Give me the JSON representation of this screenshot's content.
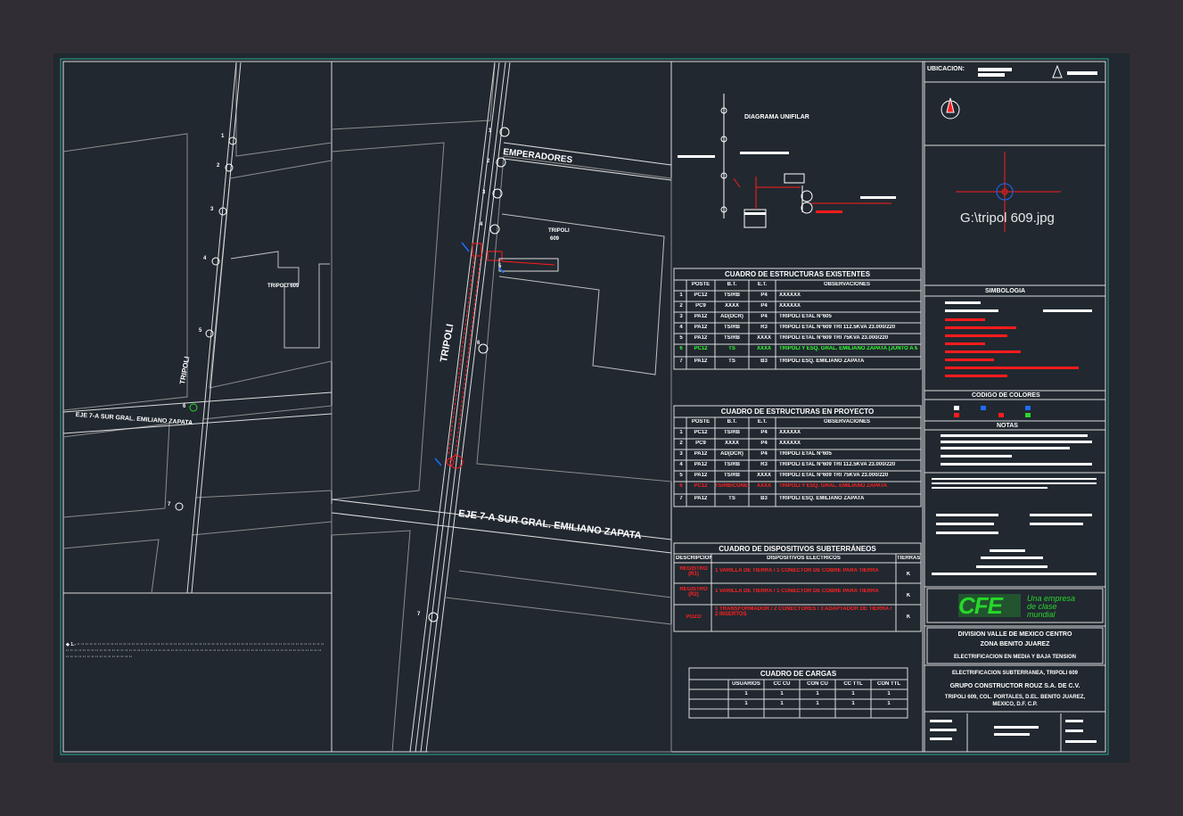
{
  "map_left": {
    "street_vertical": "TRIPOLI",
    "street_horizontal": "EJE 7-A SUR GRAL. EMILIANO ZAPATA",
    "building_label": "TRIPOLI 609",
    "pole_numbers": [
      "1",
      "2",
      "3",
      "4",
      "5",
      "6",
      "7"
    ]
  },
  "map_center": {
    "street_vertical": "TRIPOLI",
    "street_top": "EMPERADORES",
    "street_horizontal": "EJE 7-A SUR GRAL. EMILIANO ZAPATA",
    "building_label_1": "TRIPOLI",
    "building_label_2": "609",
    "pole_numbers": [
      "1",
      "2",
      "3",
      "4",
      "5",
      "6",
      "7"
    ]
  },
  "diagram_title": "DIAGRAMA UNIFILAR",
  "existing_structures": {
    "title": "CUADRO DE ESTRUCTURAS EXISTENTES",
    "headers": [
      "POSTE",
      "B.T.",
      "E.T.",
      "OBSERVACIONES"
    ],
    "rows": [
      [
        "1",
        "PC12",
        "TS/RB",
        "P4",
        "XXXXXX"
      ],
      [
        "2",
        "PC9",
        "XXXX",
        "P4",
        "XXXXXX"
      ],
      [
        "3",
        "PA12",
        "AD(DCR)",
        "P4",
        "TRIPOLI ETAL N°605"
      ],
      [
        "4",
        "PA12",
        "TS/RB",
        "R3",
        "TRIPOLI ETAL N°609 TRI 112.5KVA 23.000/220"
      ],
      [
        "5",
        "PA12",
        "TS/RB",
        "XXXX",
        "TRIPOLI ETAL N°609 TRI 75KVA 23.000/220"
      ],
      [
        "6",
        "PC12",
        "TS",
        "XXXX",
        "TRIPOLI Y ESQ. GRAL. EMILIANO ZAPATA (JUNTO A MADERERIA)"
      ],
      [
        "7",
        "PA12",
        "TS",
        "B3",
        "TRIPOLI ESQ. EMILIANO ZAPATA"
      ]
    ]
  },
  "project_structures": {
    "title": "CUADRO DE ESTRUCTURAS EN PROYECTO",
    "headers": [
      "POSTE",
      "B.T.",
      "E.T.",
      "OBSERVACIONES"
    ],
    "rows": [
      [
        "1",
        "PC12",
        "TS/RB",
        "P4",
        "XXXXXX"
      ],
      [
        "2",
        "PC9",
        "XXXX",
        "P4",
        "XXXXXX"
      ],
      [
        "3",
        "PA12",
        "AD(DCR)",
        "P4",
        "TRIPOLI ETAL N°605"
      ],
      [
        "4",
        "PA12",
        "TS/RB",
        "R3",
        "TRIPOLI ETAL N°609 TRI 112.5KVA 23.000/220"
      ],
      [
        "5",
        "PA12",
        "TS/RB",
        "XXXX",
        "TRIPOLI ETAL N°609 TRI 75KVA 23.000/220"
      ],
      [
        "6",
        "PC12",
        "TS/RB/CONEX",
        "XXXX",
        "TRIPOLI Y ESQ. GRAL. EMILIANO ZAPATA"
      ],
      [
        "7",
        "PA12",
        "TS",
        "B3",
        "TRIPOLI ESQ. EMILIANO ZAPATA"
      ]
    ]
  },
  "underground": {
    "title": "CUADRO DE DISPOSITIVOS SUBTERRÁNEOS",
    "headers": [
      "DESCRIPCION",
      "DISPOSITIVOS ELECTRICOS",
      "TIERRAS"
    ],
    "rows": [
      {
        "desc": "REGISTRO (R1)",
        "dev": "1 VARILLA DE TIERRA / 1 CONECTOR DE COBRE PARA TIERRA",
        "tierras": "K"
      },
      {
        "desc": "REGISTRO (R2)",
        "dev": "1 VARILLA DE TIERRA / 1 CONECTOR DE COBRE PARA TIERRA",
        "tierras": "K"
      },
      {
        "desc": "POZO",
        "dev": "1 TRANSFORMADOR / 2 CONECTORES / 3 ADAPTADOR DE TIERRA / 2 INSERTOS",
        "tierras": "K"
      }
    ]
  },
  "loads": {
    "title": "CUADRO DE CARGAS",
    "headers": [
      "USUARIOS",
      "CC CU",
      "CON CU",
      "CC TTL",
      "CON TTL"
    ],
    "rows": [
      [
        "1",
        "1",
        "1",
        "1",
        "1"
      ],
      [
        "1",
        "1",
        "1",
        "1",
        "1"
      ],
      [
        "",
        "",
        "",
        "",
        ""
      ]
    ]
  },
  "title_block": {
    "ubicacion_label": "UBICACION:",
    "image_placeholder": "G:\\tripol 609.jpg",
    "simbologia": "SIMBOLOGIA",
    "codigo_colores": "CODIGO DE COLORES",
    "notas": "NOTAS",
    "cfe_logo": "CFE",
    "cfe_tagline_1": "Una empresa",
    "cfe_tagline_2": "de clase",
    "cfe_tagline_3": "mundial",
    "division_1": "DIVISION VALLE DE MEXICO CENTRO",
    "division_2": "ZONA BENITO JUAREZ",
    "division_3": "ELECTRIFICACION EN MEDIA Y BAJA TENSION",
    "project_1": "ELECTRIFICACION SUBTERRANEA, TRIPOLI 609",
    "project_2": "GRUPO CONSTRUCTOR ROUZ S.A. DE C.V.",
    "project_3": "TRIPOLI 609, COL. PORTALES, D.EL. BENITO JUAREZ,",
    "project_4": "MEXICO, D.F. C.P."
  },
  "colors": {
    "line_white": "#e8e8e8",
    "accent_red": "#ff1c1c",
    "accent_green": "#27d82a",
    "accent_blue": "#1e6bff",
    "sheet": "#212830",
    "background": "#302d35"
  }
}
